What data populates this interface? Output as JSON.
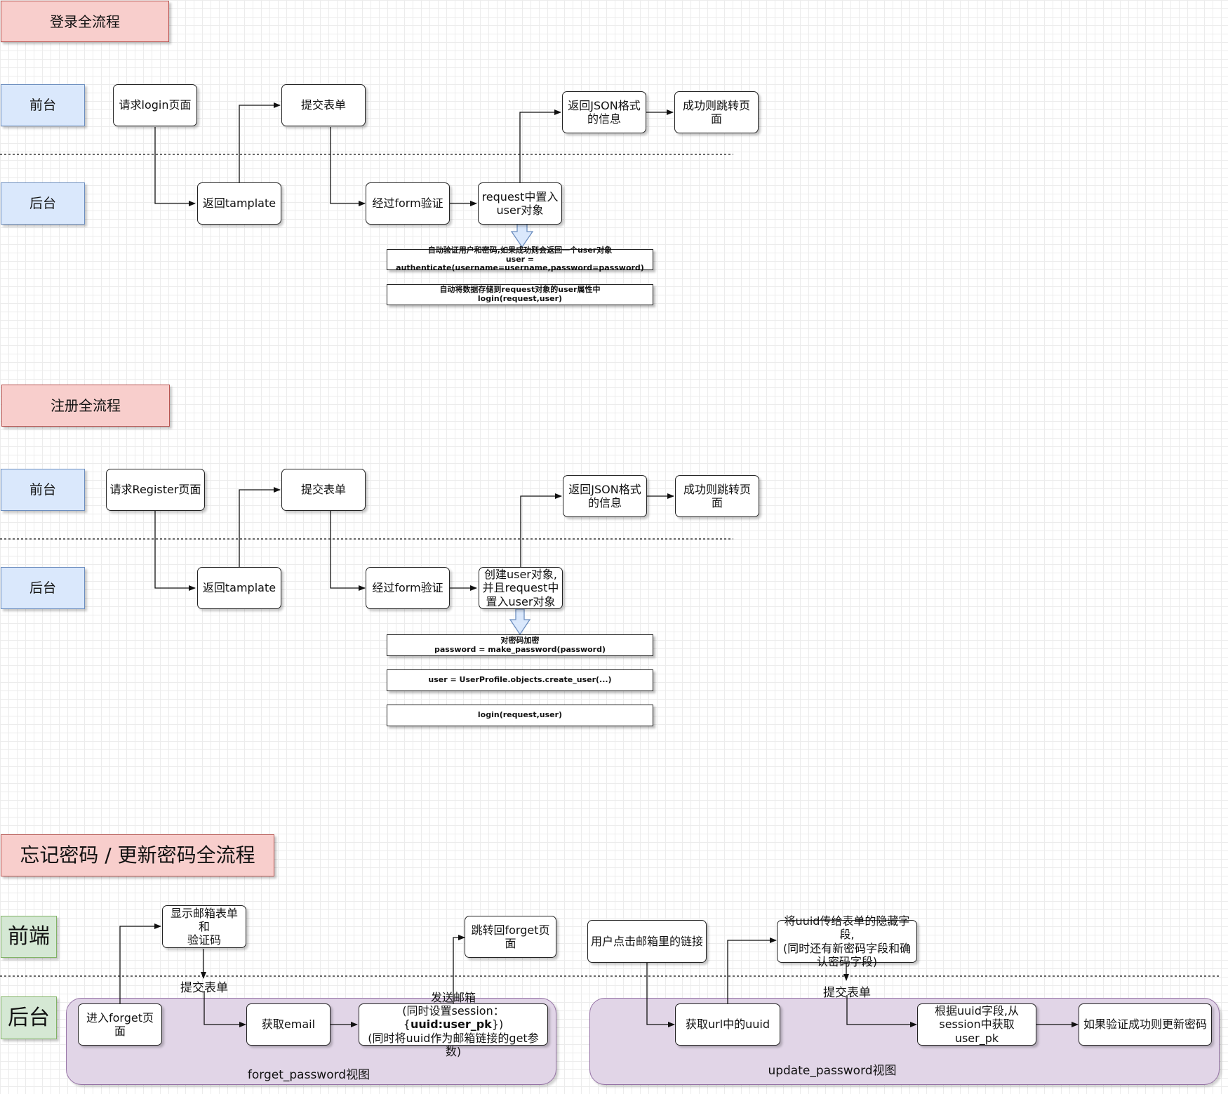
{
  "login": {
    "title": "登录全流程",
    "lane_front": "前台",
    "lane_back": "后台",
    "request_login_page": "请求login页面",
    "return_template": "返回tamplate",
    "submit_form": "提交表单",
    "form_validate": "经过form验证",
    "put_user": "request中置入\nuser对象",
    "return_json": "返回JSON格式\n的信息",
    "success_redirect": "成功则跳转页面",
    "note_authenticate": "自动验证用户和密码,如果成功则会返回一个user对象\nuser = authenticate(username=username,password=password)",
    "note_login": "自动将数据存储到request对象的user属性中\nlogin(request,user)"
  },
  "register": {
    "title": "注册全流程",
    "lane_front": "前台",
    "lane_back": "后台",
    "request_register_page": "请求Register页面",
    "return_template": "返回tamplate",
    "submit_form": "提交表单",
    "form_validate": "经过form验证",
    "create_user": "创建user对象,\n并且request中\n置入user对象",
    "return_json": "返回JSON格式\n的信息",
    "success_redirect": "成功则跳转页面",
    "note_password": "对密码加密\npassword = make_password(password)",
    "note_create": "user = UserProfile.objects.create_user(...)",
    "note_login": "login(request,user)"
  },
  "forget": {
    "title": "忘记密码 / 更新密码全流程",
    "lane_front": "前端",
    "lane_back": "后台",
    "show_email_form": "显示邮箱表单和\n验证码",
    "submit_form_label": "提交表单",
    "enter_forget_page": "进入forget页面",
    "get_email": "获取email",
    "send_email_line1": "发送邮箱",
    "send_email_line2_prefix": "(同时设置session：{",
    "send_email_line2_bold": "uuid:user_pk",
    "send_email_line2_suffix": "})",
    "send_email_line3": "(同时将uuid作为邮箱链接的get参数)",
    "back_to_forget": "跳转回forget页面",
    "group_label": "forget_password视图"
  },
  "update": {
    "user_click_link": "用户点击邮箱里的链接",
    "pass_uuid_hidden": "将uuid传给表单的隐藏字段,\n(同时还有新密码字段和确\n认密码字段)",
    "submit_form_label": "提交表单",
    "get_uuid": "获取url中的uuid",
    "get_user_pk": "根据uuid字段,从\nsession中获取user_pk",
    "update_password": "如果验证成功则更新密码",
    "group_label": "update_password视图"
  }
}
